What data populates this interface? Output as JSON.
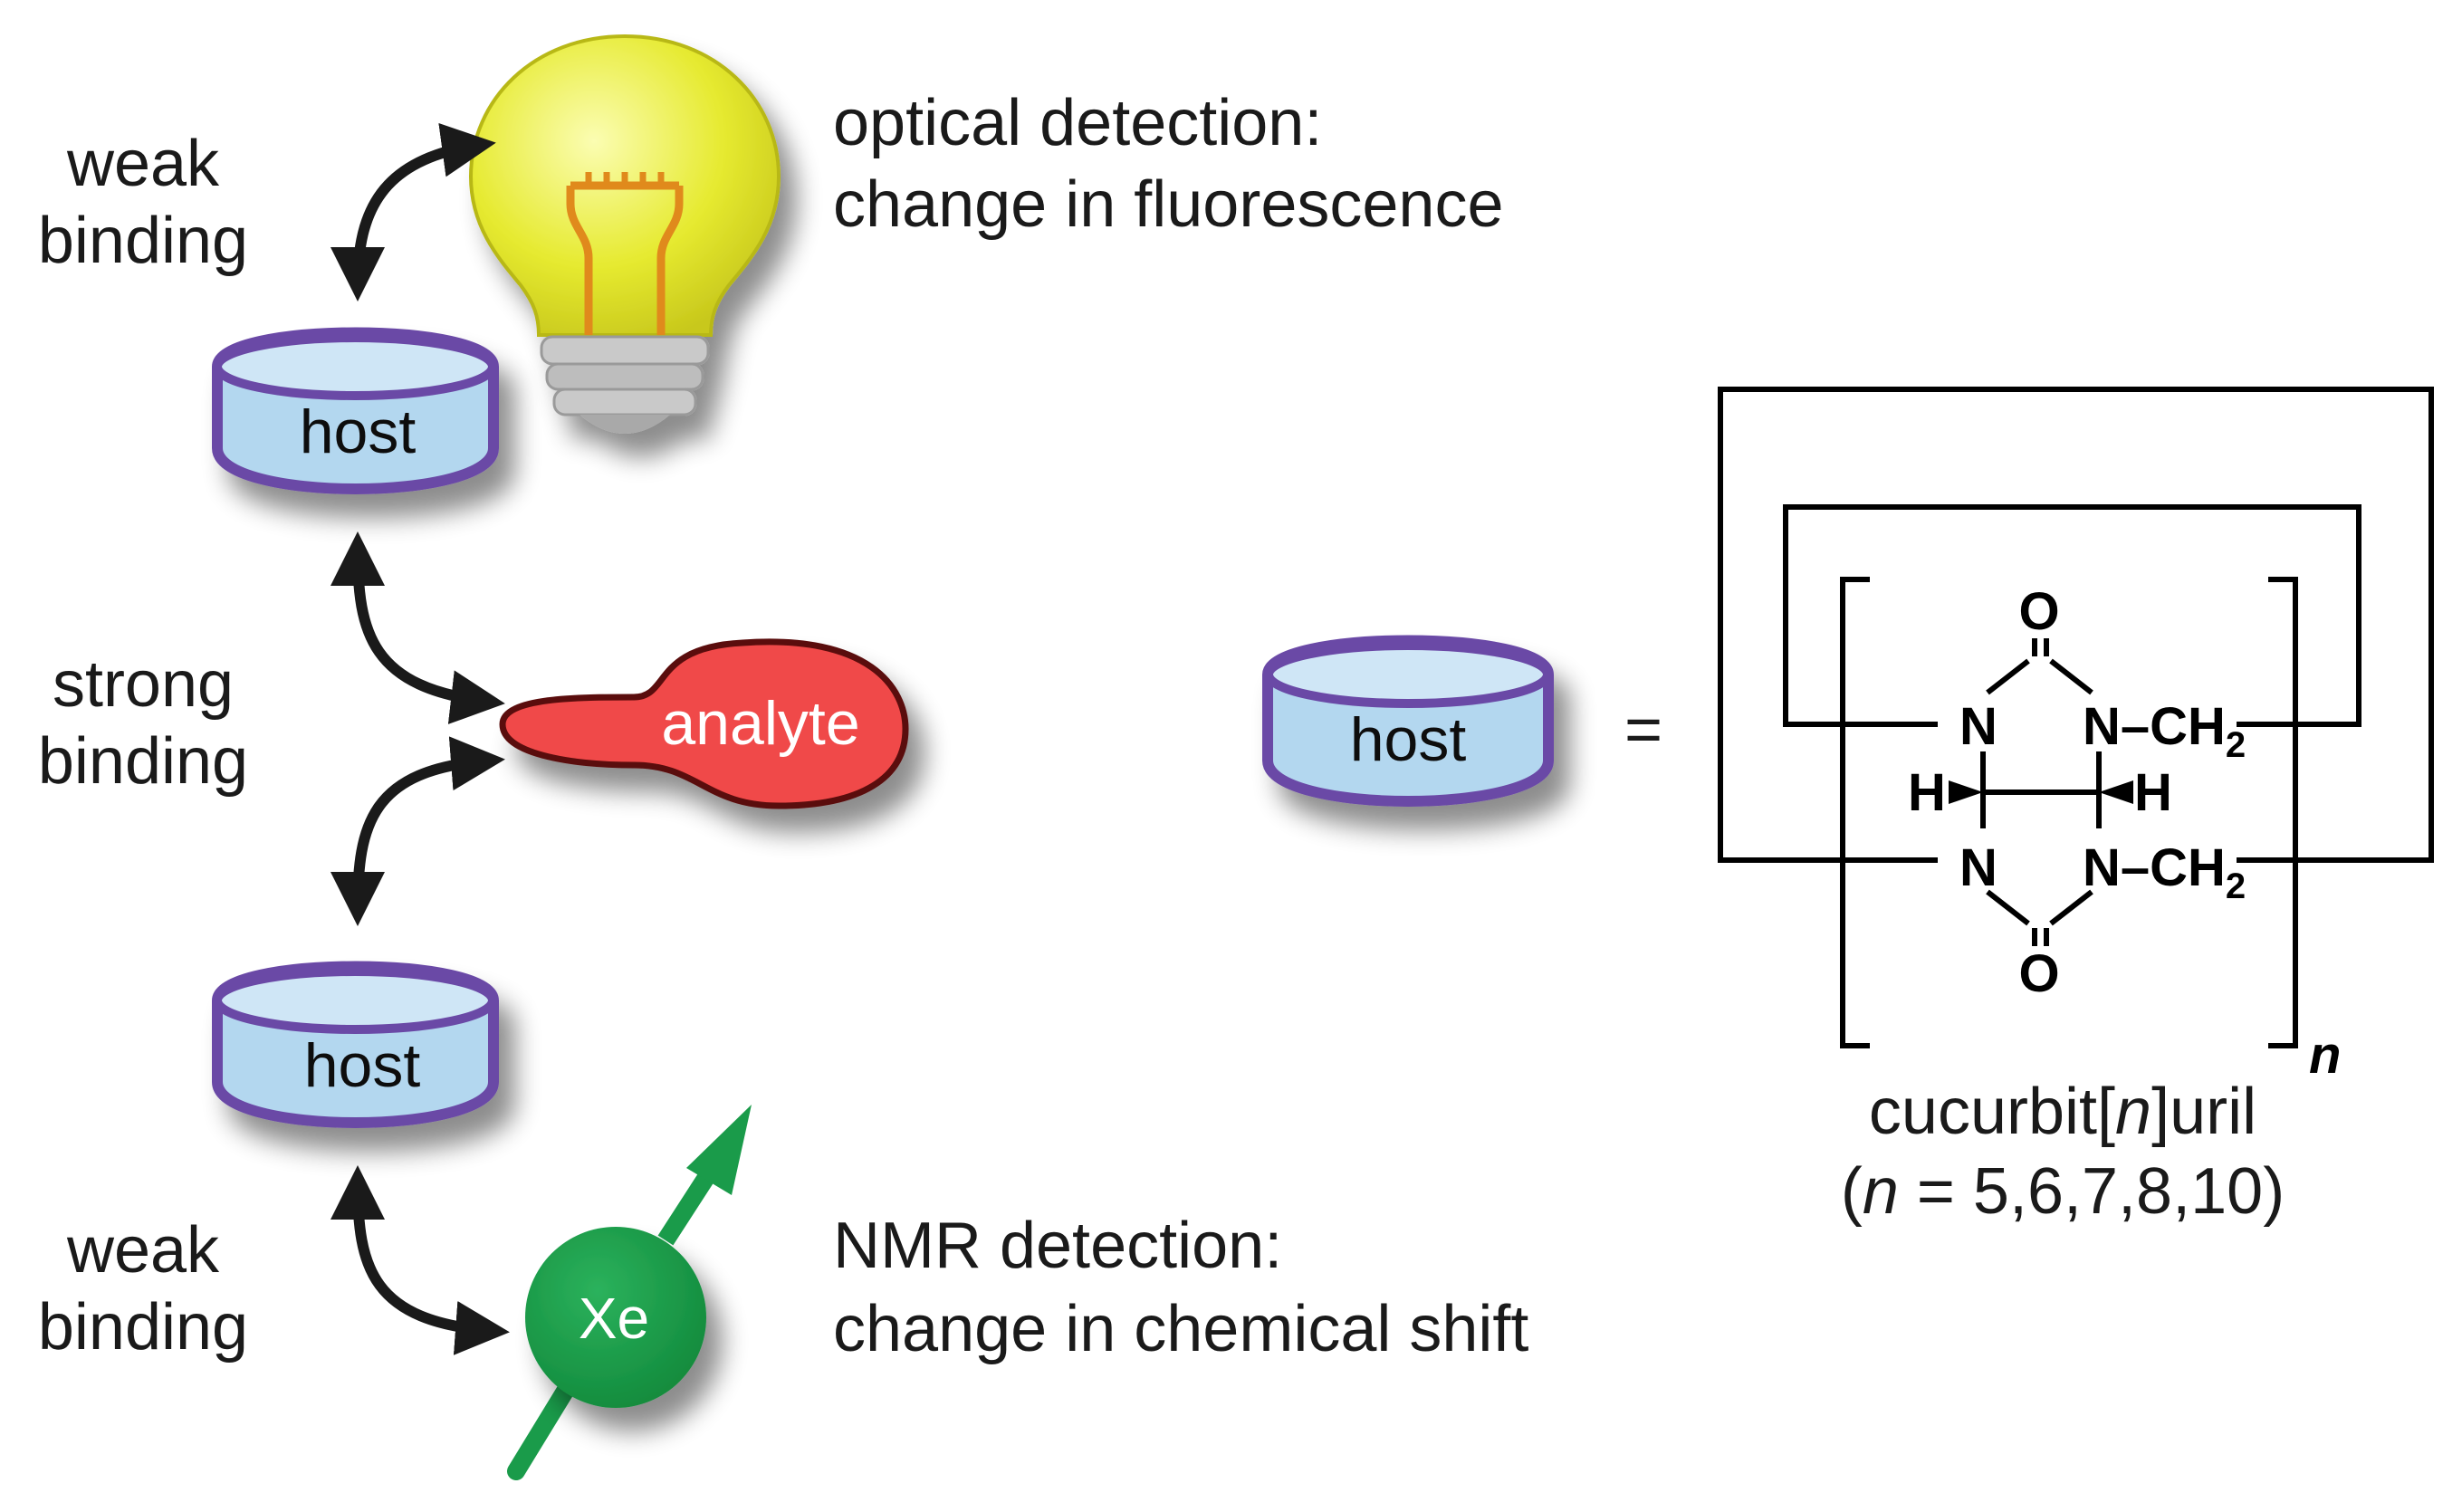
{
  "labels": {
    "weak_binding_top": [
      "weak",
      "binding"
    ],
    "strong_binding": [
      "strong",
      "binding"
    ],
    "weak_binding_bottom": [
      "weak",
      "binding"
    ],
    "optical_detection": [
      "optical detection:",
      "change in fluorescence"
    ],
    "nmr_detection": [
      "NMR detection:",
      "change in chemical shift"
    ]
  },
  "host_label": "host",
  "analyte_label": "analyte",
  "xenon_label": "Xe",
  "equals_sign": "=",
  "structure": {
    "atoms": {
      "oxygen": "O",
      "nitrogen": "N",
      "hydrogen": "H",
      "methylene": "CH",
      "methylene_subscript": "2",
      "n_methylene": "N–CH",
      "repeat_index": "n"
    },
    "name": {
      "prefix": "cucurbit[",
      "index": "n",
      "suffix": "]uril"
    },
    "range": {
      "open": "(",
      "variable": "n",
      "values": " = 5,6,7,8,10)"
    }
  },
  "colors": {
    "host_fill": "#b3d7ef",
    "host_rim": "#6b4aa6",
    "analyte_fill": "#f04848",
    "analyte_stroke": "#5a0c0c",
    "xenon_fill": "#1a9b4a",
    "arrow": "#1a1a1a",
    "bulb_fill": "#eaee3a"
  }
}
